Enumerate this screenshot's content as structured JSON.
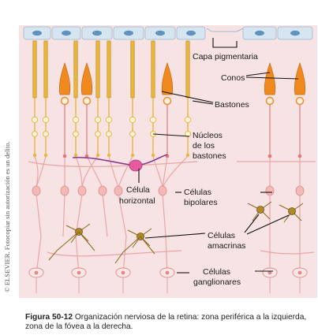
{
  "labels": {
    "capa_pigmentaria": "Capa pigmentaria",
    "conos": "Conos",
    "bastones": "Bastones",
    "nucleos_1": "Núcleos",
    "nucleos_2": "de los",
    "nucleos_3": "bastones",
    "celula_horizontal_1": "Célula",
    "celula_horizontal_2": "horizontal",
    "celulas_bipolares_1": "Células",
    "celulas_bipolares_2": "bipolares",
    "celulas_amacrinas_1": "Células",
    "celulas_amacrinas_2": "amacrinas",
    "celulas_ganglionares_1": "Células",
    "celulas_ganglionares_2": "ganglionares"
  },
  "caption": {
    "figure_label": "Figura 50-12",
    "text": "Organización nerviosa de la retina: zona periférica a la izquierda, zona de la fóvea a la derecha."
  },
  "side_text": "© ELSEVIER. Fotocopiar sin autorización es un delito.",
  "colors": {
    "background": "#f7e3e4",
    "pigment_cell": "#d6e6f0",
    "pigment_nucleus": "#5f93bd",
    "cone": "#f08a1e",
    "rod": "#e9b63a",
    "neuron": "#f4b8b6",
    "horizontal_cell": "#e85aa0",
    "amacrine": "#b08a2a"
  }
}
